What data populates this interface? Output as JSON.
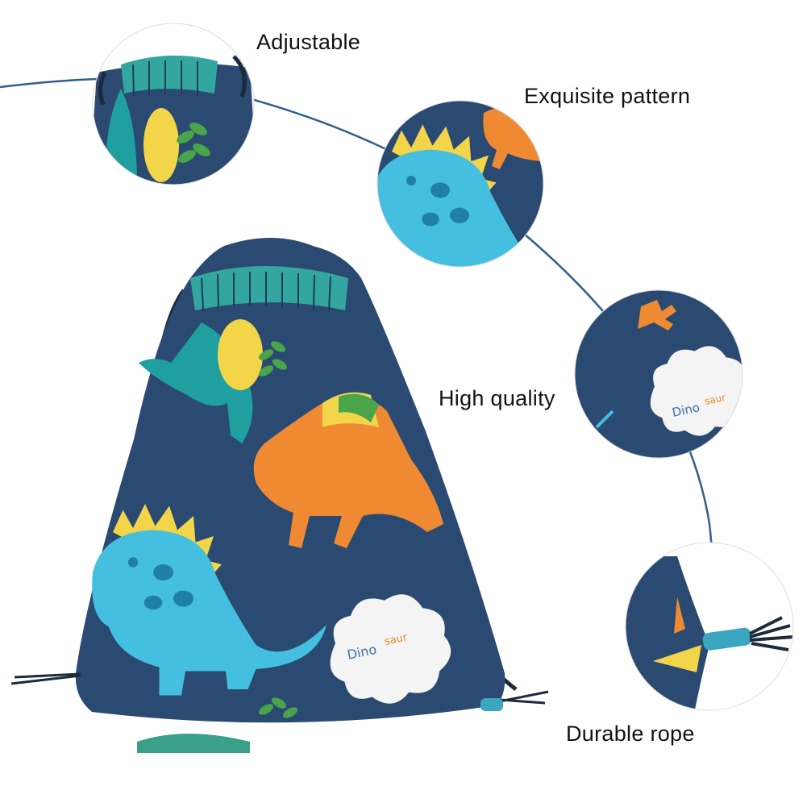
{
  "features": [
    {
      "label": "Adjustable"
    },
    {
      "label": "Exquisite pattern"
    },
    {
      "label": "High quality"
    },
    {
      "label": "Durable rope"
    }
  ],
  "print_text": "Dino saur",
  "colors": {
    "bag_navy": "#2b4a72",
    "curve_blue": "#2f5f8f",
    "dino_cyan": "#45bfe0",
    "dino_orange": "#ef8a33",
    "dino_yellow": "#f3d54a",
    "leaf_green": "#4aa54a",
    "cloud_white": "#f4f4f4"
  }
}
